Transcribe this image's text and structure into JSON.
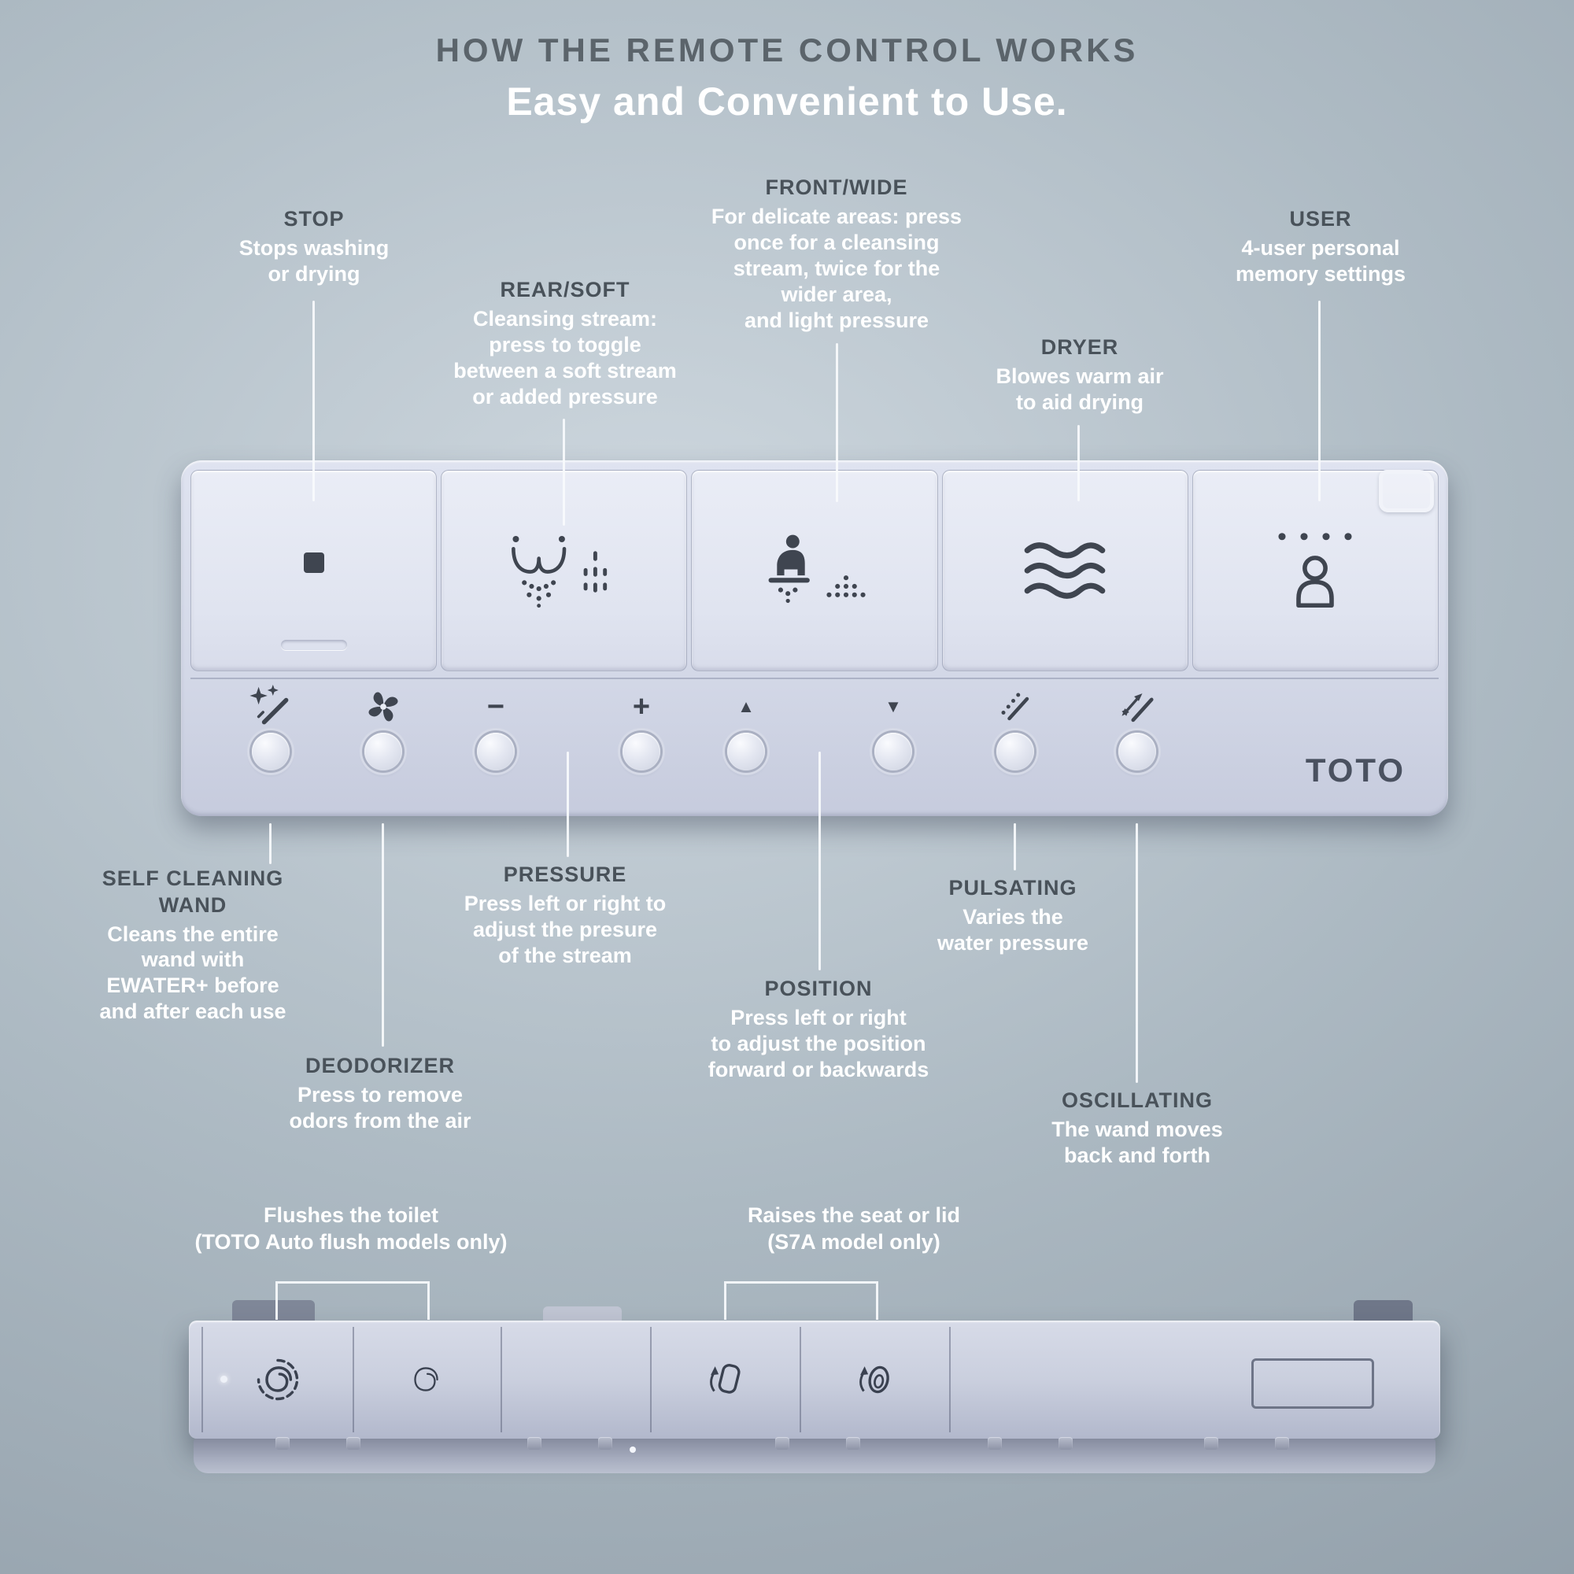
{
  "title": "HOW THE REMOTE CONTROL WORKS",
  "subtitle": "Easy and Convenient to Use.",
  "brand": "TOTO",
  "colors": {
    "remote_body": "#dfe3f0",
    "icon": "#3f4550",
    "heading_text": "#49525a",
    "body_text": "#ffffff",
    "background": "#aab6bf"
  },
  "callouts_top": [
    {
      "title": "STOP",
      "body": "Stops washing\nor drying"
    },
    {
      "title": "REAR/SOFT",
      "body": "Cleansing stream:\npress to toggle\nbetween a soft stream\nor added pressure"
    },
    {
      "title": "FRONT/WIDE",
      "body": "For delicate areas: press\nonce for a cleansing\nstream,  twice for the\nwider area,\nand light pressure"
    },
    {
      "title": "DRYER",
      "body": "Blowes warm air\nto aid drying"
    },
    {
      "title": "USER",
      "body": "4-user personal\nmemory settings"
    }
  ],
  "callouts_bottom": [
    {
      "title": "SELF CLEANING\nWAND",
      "body": "Cleans the entire\nwand with\nEWATER+ before\nand after each use"
    },
    {
      "title": "DEODORIZER",
      "body": "Press to remove\nodors from the air"
    },
    {
      "title": "PRESSURE",
      "body": "Press left or right to\nadjust the presure\nof the stream"
    },
    {
      "title": "POSITION",
      "body": "Press left or right\nto adjust the position\nforward or backwards"
    },
    {
      "title": "PULSATING",
      "body": "Varies the\nwater pressure"
    },
    {
      "title": "OSCILLATING",
      "body": "The wand moves\nback and forth"
    }
  ],
  "captions": [
    {
      "text": "Flushes the toilet\n(TOTO Auto flush models only)"
    },
    {
      "text": "Raises the seat or lid\n(S7A model only)"
    }
  ],
  "icons": {
    "stop": "stop-square-icon",
    "rear_soft": "rear-soft-spray-icon",
    "front_wide": "front-wide-spray-icon",
    "dryer": "dryer-waves-icon",
    "user": "user-memory-icon",
    "wand": "self-cleaning-wand-icon",
    "deodorizer": "fan-icon",
    "minus": "−",
    "plus": "+",
    "up": "▲",
    "down": "▼",
    "pulsating": "pulsating-spray-icon",
    "oscillating": "oscillating-spray-icon",
    "flush_full": "flush-swirl-icon",
    "flush_light": "flush-swirl-light-icon",
    "lid": "raise-lid-icon",
    "seat": "raise-seat-icon"
  }
}
